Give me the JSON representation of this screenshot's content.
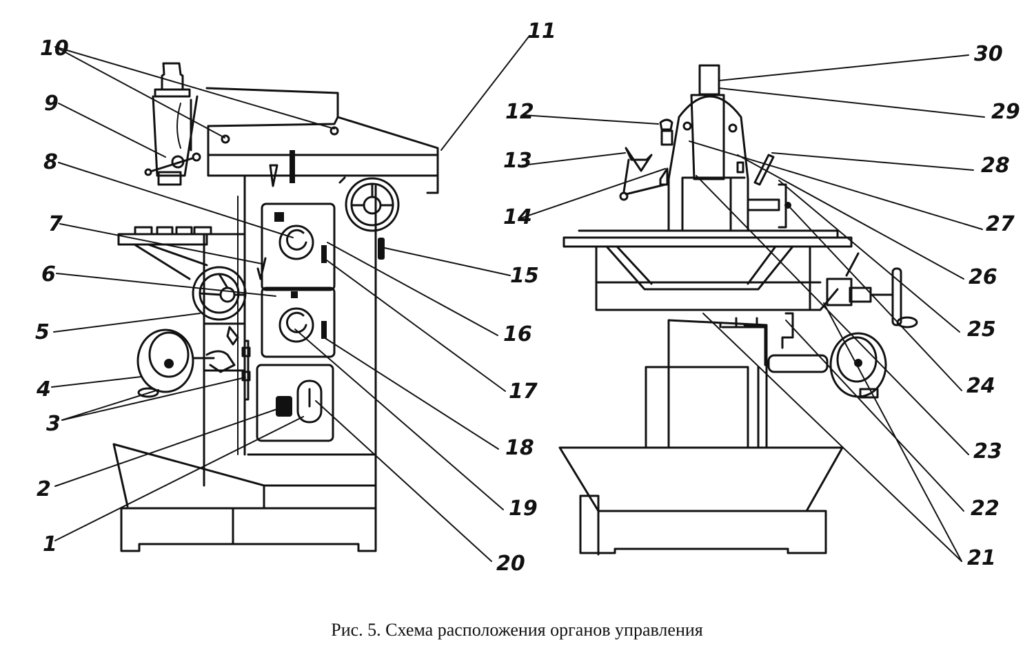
{
  "figure": {
    "caption": "Рис. 5. Схема расположения органов управления",
    "ink_color": "#111111",
    "background": "#ffffff"
  },
  "callouts": [
    {
      "id": 1,
      "label": "1",
      "view": "side"
    },
    {
      "id": 2,
      "label": "2",
      "view": "side"
    },
    {
      "id": 3,
      "label": "3",
      "view": "side"
    },
    {
      "id": 4,
      "label": "4",
      "view": "side"
    },
    {
      "id": 5,
      "label": "5",
      "view": "side"
    },
    {
      "id": 6,
      "label": "6",
      "view": "side"
    },
    {
      "id": 7,
      "label": "7",
      "view": "side"
    },
    {
      "id": 8,
      "label": "8",
      "view": "side"
    },
    {
      "id": 9,
      "label": "9",
      "view": "side"
    },
    {
      "id": 10,
      "label": "10",
      "view": "side"
    },
    {
      "id": 11,
      "label": "11",
      "view": "side"
    },
    {
      "id": 12,
      "label": "12",
      "view": "front"
    },
    {
      "id": 13,
      "label": "13",
      "view": "front"
    },
    {
      "id": 14,
      "label": "14",
      "view": "front"
    },
    {
      "id": 15,
      "label": "15",
      "view": "side"
    },
    {
      "id": 16,
      "label": "16",
      "view": "side"
    },
    {
      "id": 17,
      "label": "17",
      "view": "side"
    },
    {
      "id": 18,
      "label": "18",
      "view": "side"
    },
    {
      "id": 19,
      "label": "19",
      "view": "side"
    },
    {
      "id": 20,
      "label": "20",
      "view": "side"
    },
    {
      "id": 21,
      "label": "21",
      "view": "front"
    },
    {
      "id": 22,
      "label": "22",
      "view": "front"
    },
    {
      "id": 23,
      "label": "23",
      "view": "front"
    },
    {
      "id": 24,
      "label": "24",
      "view": "front"
    },
    {
      "id": 25,
      "label": "25",
      "view": "front"
    },
    {
      "id": 26,
      "label": "26",
      "view": "front"
    },
    {
      "id": 27,
      "label": "27",
      "view": "front"
    },
    {
      "id": 28,
      "label": "28",
      "view": "front"
    },
    {
      "id": 29,
      "label": "29",
      "view": "front"
    },
    {
      "id": 30,
      "label": "30",
      "view": "front"
    }
  ]
}
